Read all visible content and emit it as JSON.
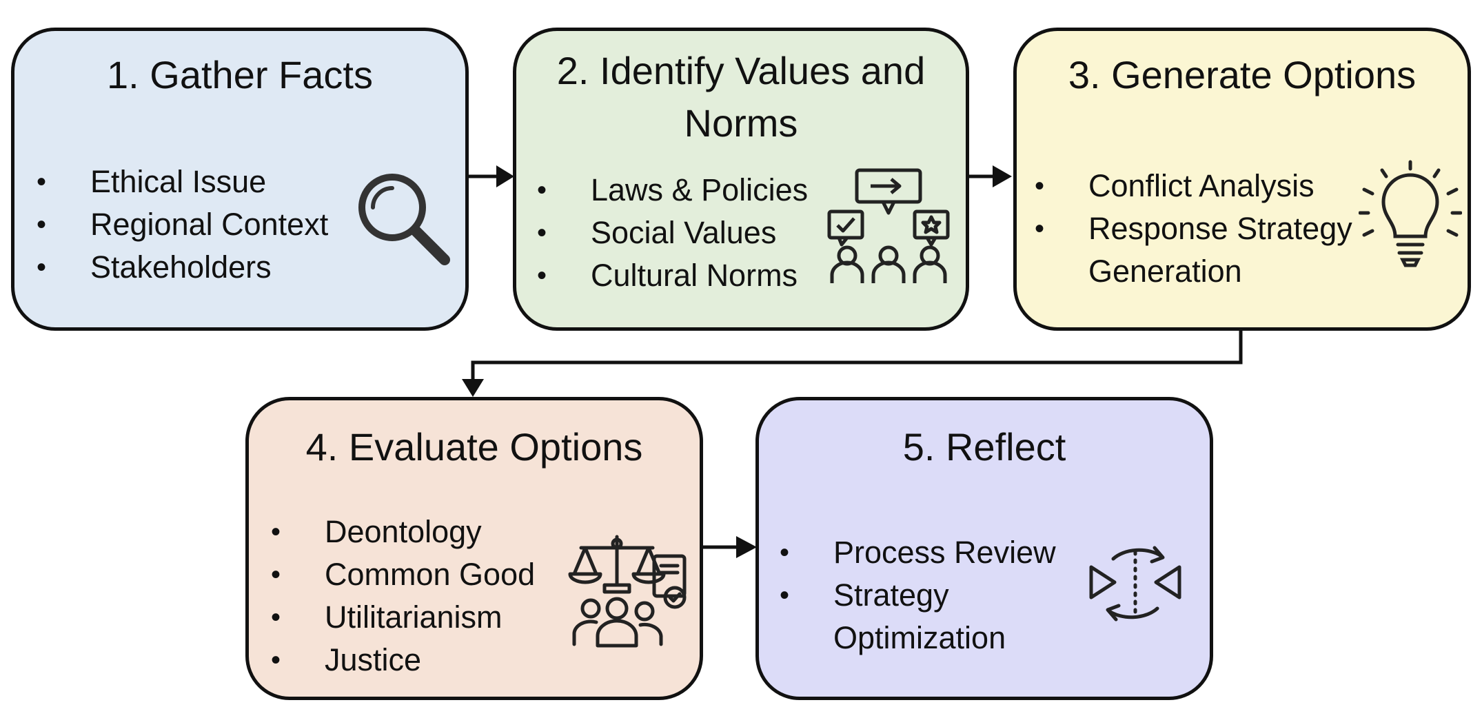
{
  "colors": {
    "gather": "#dfe9f4",
    "identify": "#e3eedb",
    "generate": "#fbf6d3",
    "evaluate": "#f6e3d7",
    "reflect": "#dcdcf8",
    "outline": "#111111"
  },
  "steps": [
    {
      "title": "1. Gather Facts",
      "items": [
        "Ethical Issue",
        "Regional Context",
        "Stakeholders"
      ],
      "icon": "magnifying-glass-icon"
    },
    {
      "title": "2. Identify Values and Norms",
      "items": [
        "Laws & Policies",
        "Social Values",
        "Cultural Norms"
      ],
      "icon": "group-discussion-icon"
    },
    {
      "title": "3. Generate Options",
      "items": [
        "Conflict Analysis",
        "Response Strategy Generation"
      ],
      "icon": "lightbulb-icon"
    },
    {
      "title": "4. Evaluate Options",
      "items": [
        "Deontology",
        "Common Good",
        "Utilitarianism",
        "Justice"
      ],
      "icon": "justice-scale-icon"
    },
    {
      "title": "5. Reflect",
      "items": [
        "Process Review",
        "Strategy Optimization"
      ],
      "icon": "reflect-cycle-icon"
    }
  ]
}
